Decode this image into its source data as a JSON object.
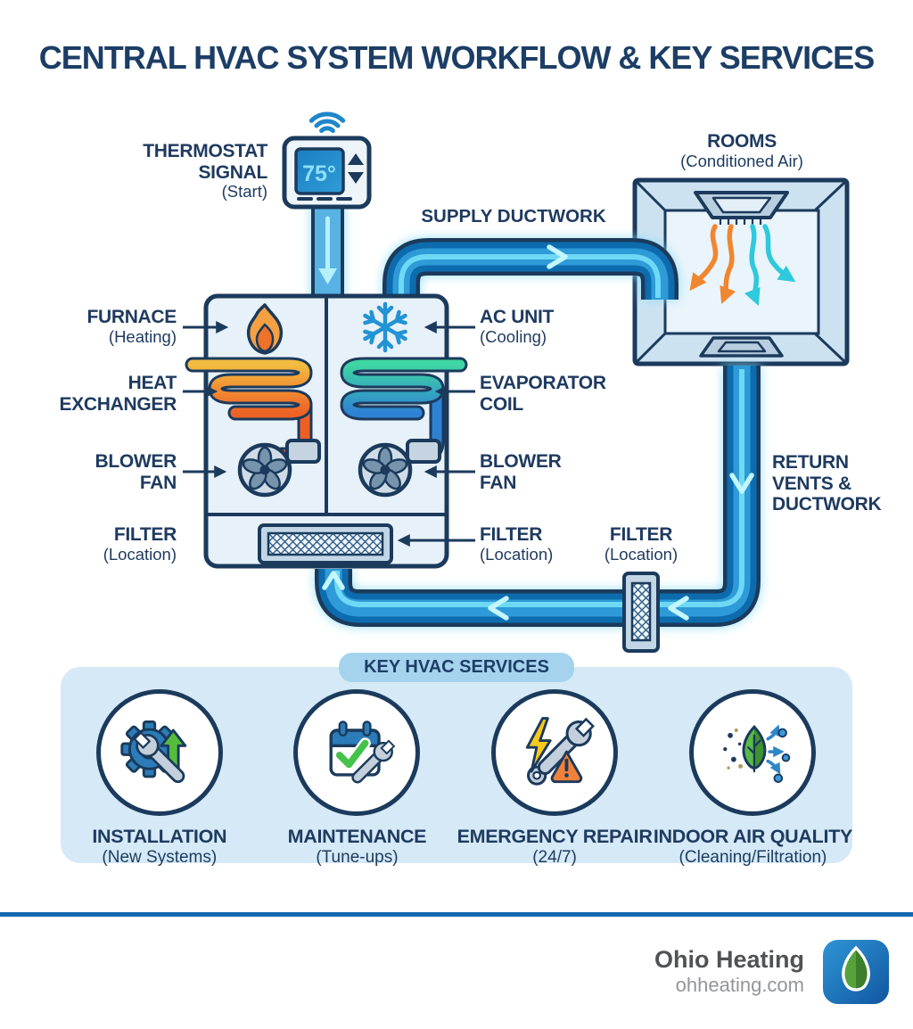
{
  "title": "CENTRAL HVAC SYSTEM WORKFLOW & KEY SERVICES",
  "diagram": {
    "thermostat": {
      "label": "THERMOSTAT\nSIGNAL",
      "sub": "(Start)",
      "display": "75°"
    },
    "supply_duct": {
      "label": "SUPPLY DUCTWORK"
    },
    "rooms": {
      "label": "ROOMS",
      "sub": "(Conditioned Air)"
    },
    "furnace": {
      "label": "FURNACE",
      "sub": "(Heating)"
    },
    "heat_exchanger": {
      "label": "HEAT\nEXCHANGER"
    },
    "blower_fan_left": {
      "label": "BLOWER\nFAN"
    },
    "filter_left": {
      "label": "FILTER",
      "sub": "(Location)"
    },
    "ac_unit": {
      "label": "AC UNIT",
      "sub": "(Cooling)"
    },
    "evaporator_coil": {
      "label": "EVAPORATOR\nCOIL"
    },
    "blower_fan_right": {
      "label": "BLOWER\nFAN"
    },
    "filter_center": {
      "label": "FILTER",
      "sub": "(Location)"
    },
    "filter_return": {
      "label": "FILTER",
      "sub": "(Location)"
    },
    "return_duct": {
      "label": "RETURN\nVENTS &\nDUCTWORK"
    }
  },
  "services": {
    "header": "KEY HVAC SERVICES",
    "items": [
      {
        "label": "INSTALLATION",
        "sub": "(New Systems)",
        "icon": "gear-wrench-upgrade-icon"
      },
      {
        "label": "MAINTENANCE",
        "sub": "(Tune-ups)",
        "icon": "calendar-check-wrench-icon"
      },
      {
        "label": "EMERGENCY REPAIR",
        "sub": "(24/7)",
        "icon": "lightning-wrench-warning-icon"
      },
      {
        "label": "INDOOR AIR QUALITY",
        "sub": "(Cleaning/Filtration)",
        "icon": "leaf-air-particles-icon"
      }
    ]
  },
  "footer": {
    "brand": "Ohio Heating",
    "website": "ohheating.com"
  },
  "colors": {
    "navy_text": "#1e3a5f",
    "outline_navy": "#1b3a5c",
    "duct_blue": "#0d6cae",
    "duct_light_blue": "#2f9ad8",
    "duct_glow_cyan": "#86dcf8",
    "panel_blue": "#d5e9f7",
    "tab_blue": "#a5d3ee",
    "heating_orange": "#ee6226",
    "cooling_teal": "#3ed6a2",
    "cooling_cyan": "#2ec9dc",
    "warning_orange": "#f0813c",
    "bolt_yellow": "#f8c81c",
    "accent_green": "#54bd3c",
    "brand_line_blue": "#1268ae",
    "logo_green": "#57a33b"
  }
}
